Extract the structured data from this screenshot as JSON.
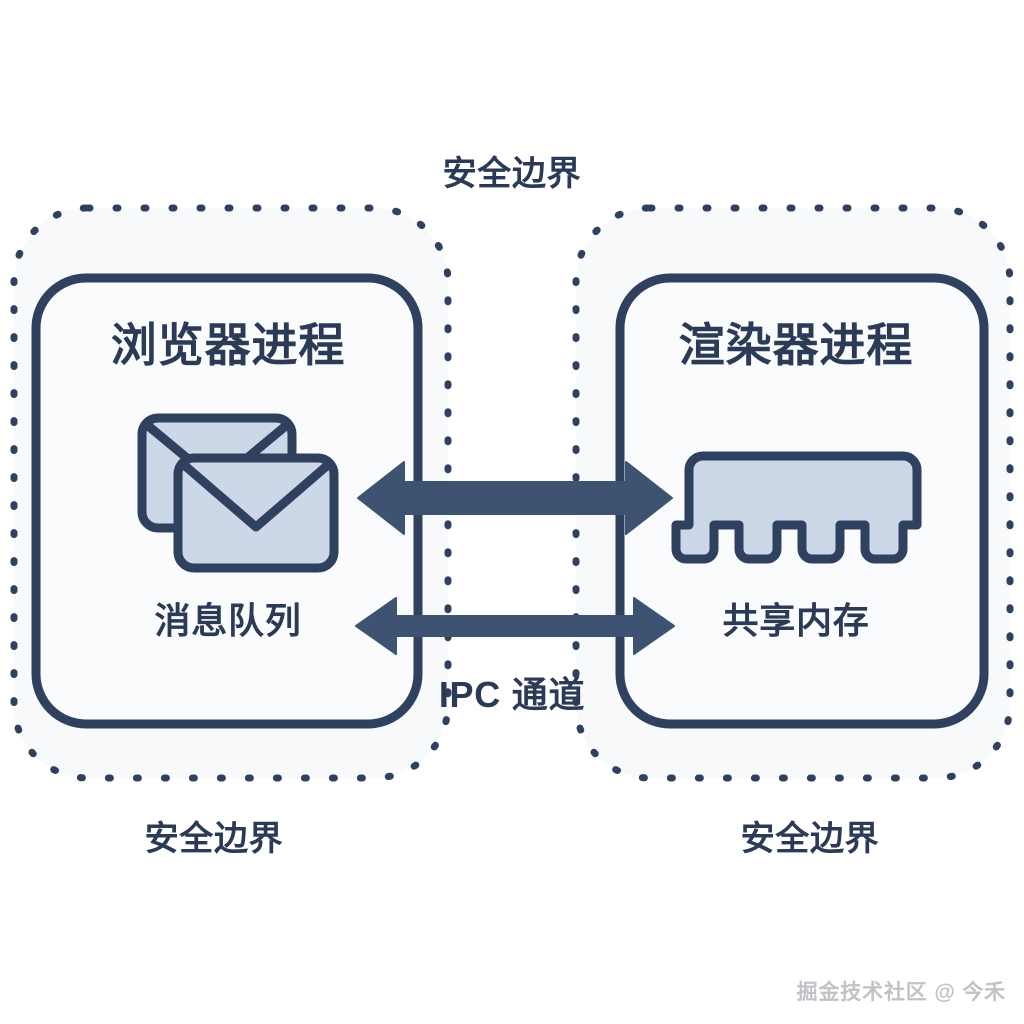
{
  "diagram": {
    "title_top": "安全边界",
    "watermark": "掘金技术社区 @ 今禾",
    "colors": {
      "stroke": "#2f415e",
      "stroke_dark": "#2b3a55",
      "icon_fill": "#ccd7e8",
      "panel_fill": "#fafbfc",
      "zone_fill": "#f7f9fb",
      "background": "#ffffff",
      "watermark": "#bfc3c8"
    },
    "zones": [
      {
        "id": "left",
        "boundary_label": "安全边界",
        "process_title": "浏览器进程",
        "component_label": "消息队列",
        "icon": "envelopes-icon"
      },
      {
        "id": "right",
        "boundary_label": "安全边界",
        "process_title": "渲染器进程",
        "component_label": "共享内存",
        "icon": "memory-stick-icon"
      }
    ],
    "channel": {
      "label": "IPC 通道",
      "arrows": [
        {
          "id": "upper",
          "name": "ipc-arrow-thick",
          "direction": "bidirectional",
          "weight": "thick"
        },
        {
          "id": "lower",
          "name": "ipc-arrow-thin",
          "direction": "bidirectional",
          "weight": "thin"
        }
      ]
    }
  }
}
